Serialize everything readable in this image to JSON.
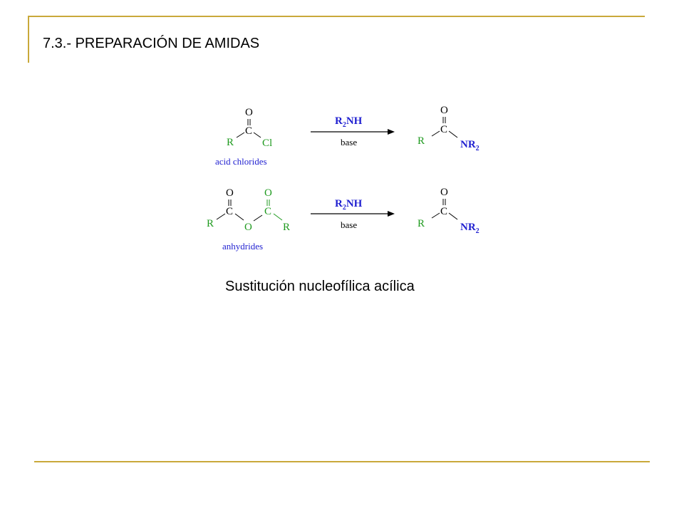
{
  "slide": {
    "title": "7.3.- PREPARACIÓN DE AMIDAS",
    "caption": "Sustitución nucleofílica acílica"
  },
  "colors": {
    "green": "#1f9a1f",
    "blue": "#1f1fd0",
    "black": "#000000",
    "accent": "#c9a93a"
  },
  "reactions": [
    {
      "reactant_label": "acid chlorides",
      "reagent": {
        "main": "R",
        "sub": "2",
        "tail": "NH"
      },
      "condition": "base",
      "reactant": {
        "o": "O",
        "c": "C",
        "r": "R",
        "cl": "Cl"
      },
      "product": {
        "o": "O",
        "c": "C",
        "r": "R",
        "nr": "NR",
        "nr_sub": "2"
      }
    },
    {
      "reactant_label": "anhydrides",
      "reagent": {
        "main": "R",
        "sub": "2",
        "tail": "NH"
      },
      "condition": "base",
      "reactant": {
        "o1": "O",
        "c1": "C",
        "r1": "R",
        "o_bridge": "O",
        "o2": "O",
        "c2": "C",
        "r2": "R"
      },
      "product": {
        "o": "O",
        "c": "C",
        "r": "R",
        "nr": "NR",
        "nr_sub": "2"
      }
    }
  ]
}
